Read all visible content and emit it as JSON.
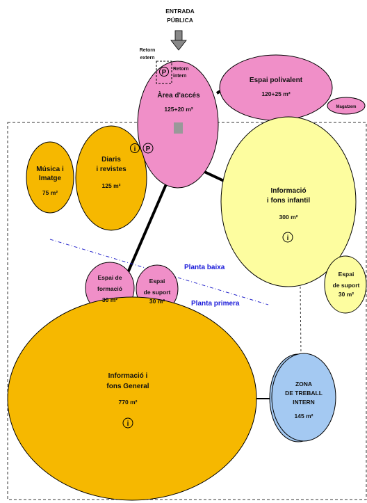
{
  "entrance": {
    "line1": "ENTRADA",
    "line2": "PÚBLICA"
  },
  "return_labels": {
    "extern_1": "Retorn",
    "extern_2": "extern",
    "intern_1": "Retorn",
    "intern_2": "intern"
  },
  "symbols": {
    "parking": "P",
    "info": "i"
  },
  "spaces": {
    "access": {
      "name": "Àrea d'accés",
      "area": "125+20 m²"
    },
    "multi": {
      "name": "Espai polivalent",
      "area": "120+25 m²"
    },
    "store": {
      "name": "Magatzem"
    },
    "music": {
      "line1": "Música i",
      "line2": "Imatge",
      "area": "75 m²"
    },
    "press": {
      "line1": "Diaris",
      "line2": "i revistes",
      "area": "125 m²"
    },
    "children": {
      "line1": "Informació",
      "line2": "i fons infantil",
      "area": "300 m²"
    },
    "support_right": {
      "line1": "Espai",
      "line2": "de suport",
      "area": "30 m²"
    },
    "training": {
      "line1": "Espai de",
      "line2": "formació",
      "area": "30 m²"
    },
    "support_mid": {
      "line1": "Espai",
      "line2": "de suport",
      "area": "30 m²"
    },
    "general": {
      "line1": "Informació i",
      "line2": "fons General",
      "area": "770 m²"
    },
    "internal": {
      "line1": "ZONA",
      "line2": "DE TREBALL",
      "line3": "INTERN",
      "area": "145 m²"
    }
  },
  "floors": {
    "ground": "Planta baixa",
    "first": "Planta primera"
  },
  "colors": {
    "pink": "#f08fc8",
    "orange": "#f6b800",
    "yellow": "#fdfd9f",
    "blue": "#a4c9f2"
  }
}
